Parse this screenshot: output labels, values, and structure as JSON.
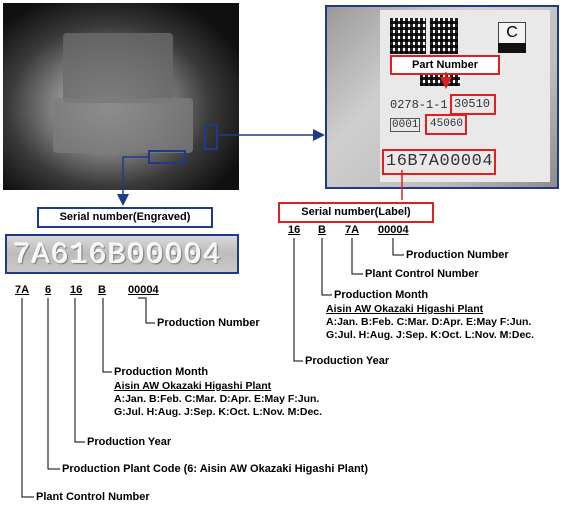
{
  "label_photo": {
    "letter": "C",
    "line1_left": "0278-1-1",
    "line1_right": "30510",
    "line2_left": "0001",
    "line2_right": "45060",
    "serial": "16B7A00004",
    "part_number_title": "Part Number"
  },
  "engraved": {
    "title": "Serial number(Engraved)",
    "text": "7A616B00004",
    "codes": [
      "7A",
      "6",
      "16",
      "B",
      "00004"
    ],
    "production_number": "Production Number",
    "production_month": "Production Month",
    "plant_name": "Aisin AW Okazaki Higashi Plant",
    "months_line1": "A:Jan. B:Feb. C:Mar. D:Apr. E:May F:Jun.",
    "months_line2": "G:Jul. H:Aug. J:Sep. K:Oct. L:Nov. M:Dec.",
    "production_year": "Production Year",
    "plant_code": "Production Plant Code  (6: Aisin AW Okazaki Higashi Plant)",
    "plant_control": "Plant Control Number"
  },
  "label": {
    "title": "Serial number(Label)",
    "codes": [
      "16",
      "B",
      "7A",
      "00004"
    ],
    "production_number": "Production Number",
    "plant_control": "Plant Control Number",
    "production_month": "Production Month",
    "plant_name": "Aisin AW Okazaki Higashi Plant",
    "months_line1": "A:Jan. B:Feb. C:Mar. D:Apr. E:May F:Jun.",
    "months_line2": "G:Jul. H:Aug. J:Sep. K:Oct. L:Nov. M:Dec.",
    "production_year": "Production Year"
  },
  "colors": {
    "red": "#e02020",
    "blue": "#1f3a8a"
  }
}
